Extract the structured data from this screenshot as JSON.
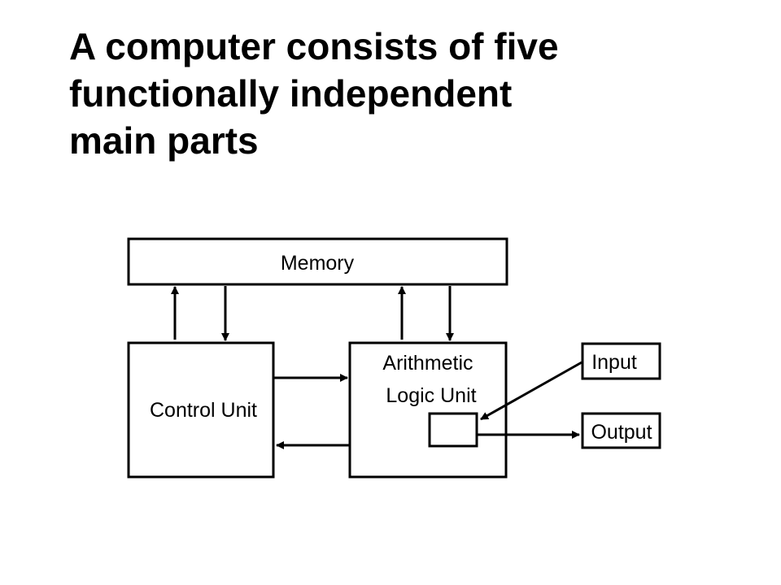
{
  "title": {
    "lines": [
      "A computer consists of five",
      "functionally independent",
      "main parts"
    ]
  },
  "diagram": {
    "memory_label": "Memory",
    "control_unit_label": "Control Unit",
    "alu_label_line1": "Arithmetic",
    "alu_label_line2": "Logic Unit",
    "input_label": "Input",
    "output_label": "Output"
  }
}
